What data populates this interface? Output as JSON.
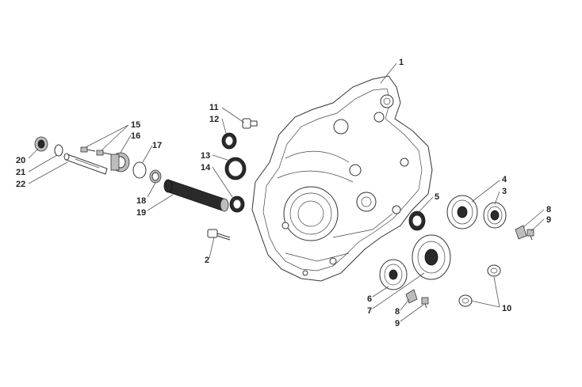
{
  "callouts": {
    "c1": "1",
    "c2": "2",
    "c3": "3",
    "c4": "4",
    "c5": "5",
    "c6": "6",
    "c7": "7",
    "c8a": "8",
    "c8b": "8",
    "c9a": "9",
    "c9b": "9",
    "c10": "10",
    "c11": "11",
    "c12": "12",
    "c13": "13",
    "c14": "14",
    "c15": "15",
    "c16": "16",
    "c17": "17",
    "c18": "18",
    "c19": "19",
    "c20": "20",
    "c21": "21",
    "c22": "22"
  }
}
